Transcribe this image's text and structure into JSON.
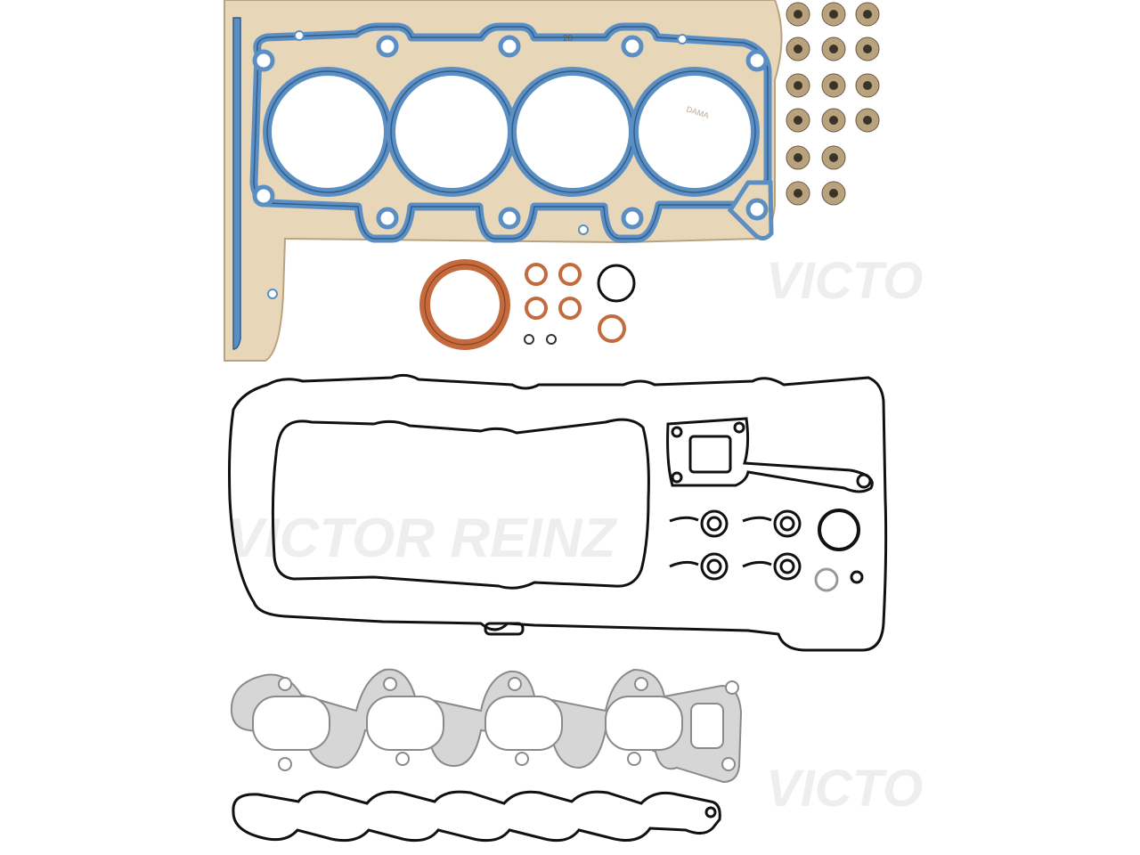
{
  "image": {
    "description_label": "Full engine gasket set",
    "watermarks": {
      "primary": "VICTOR REINZ",
      "secondary": "VICTO",
      "stamp": "DAMA",
      "part_number": "20"
    },
    "colors": {
      "background": "#ffffff",
      "head_gasket_base": "#e8d6b8",
      "head_gasket_edge": "#b9a27e",
      "blue_seal": "#5b8fc4",
      "blue_seal_dark": "#2f5d8c",
      "copper_seal": "#c46a3c",
      "black_seal": "#111111",
      "steel_gasket": "#d6d6d6",
      "steel_edge": "#8a8a8a",
      "watermark": "#eeeeee"
    }
  }
}
